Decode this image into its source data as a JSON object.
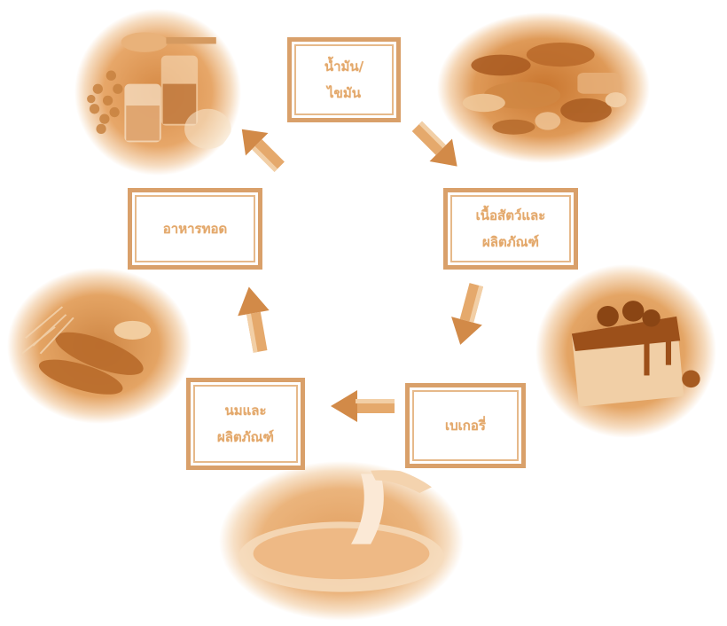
{
  "diagram": {
    "nodes": {
      "oils": {
        "label": "น้ำมัน/\nไขมัน"
      },
      "meat": {
        "label": "เนื้อสัตว์และ\nผลิตภัณฑ์"
      },
      "bakery": {
        "label": "เบเกอรี่"
      },
      "milk": {
        "label": "นมและ\nผลิตภัณฑ์"
      },
      "fried": {
        "label": "อาหารทอด"
      }
    },
    "photos": [
      {
        "name": "photo-oils-beans-icon",
        "depicts": "soybeans and oil in glasses"
      },
      {
        "name": "photo-meat-products-icon",
        "depicts": "assorted sausages and meats"
      },
      {
        "name": "photo-cheesecake-icon",
        "depicts": "cheesecake with strawberries"
      },
      {
        "name": "photo-milk-pour-icon",
        "depicts": "milk being poured into a glass"
      },
      {
        "name": "photo-fried-food-icon",
        "depicts": "fried chicken drumsticks"
      }
    ],
    "colors": {
      "sepia": "#e8a865",
      "sepia_dark": "#c47a35",
      "box_border": "#d9a06a",
      "text": "#e3a86b"
    }
  }
}
